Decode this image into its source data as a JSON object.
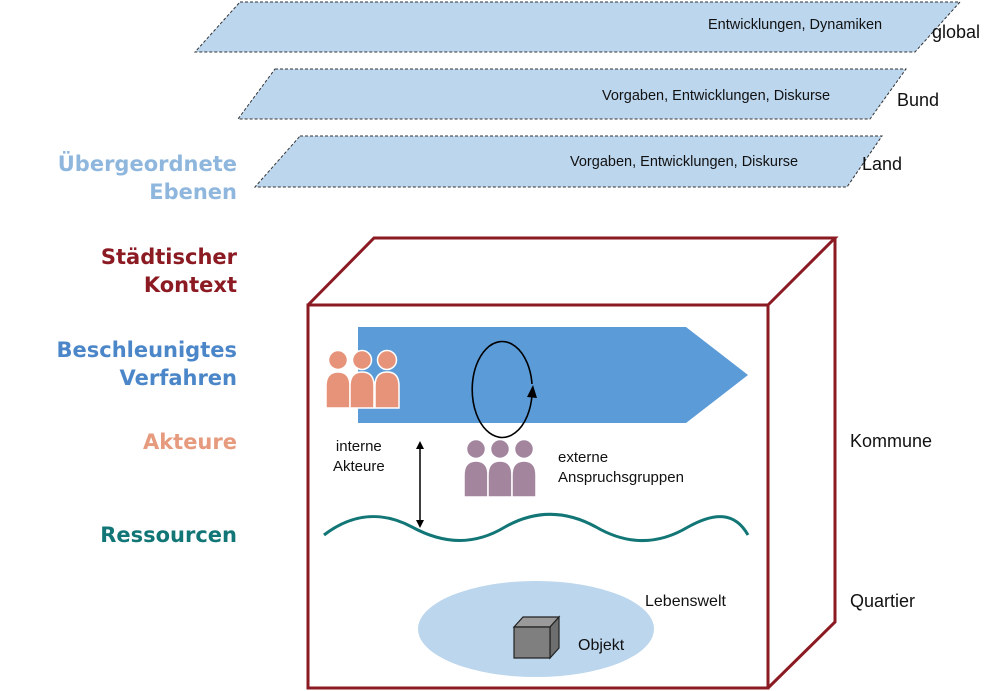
{
  "colors": {
    "plane_fill": "#bcd6ee",
    "plane_stroke": "#333333",
    "label_uebergeordnet": "#8fb7de",
    "label_staedtisch": "#8b1a22",
    "label_verfahren": "#4a86c8",
    "label_akteure": "#e69a7e",
    "label_ressourcen": "#127676",
    "box_stroke": "#8b1a22",
    "arrow_fill": "#5b9bd8",
    "internal_actors": "#e7937a",
    "external_actors": "#a3869e",
    "wave": "#127676",
    "lebenswelt_fill": "#bcd6ee",
    "objekt_fill": "#7f7f7f"
  },
  "planes": [
    {
      "level": "global",
      "text": "Entwicklungen, Dynamiken"
    },
    {
      "level": "Bund",
      "text": "Vorgaben, Entwicklungen, Diskurse"
    },
    {
      "level": "Land",
      "text": "Vorgaben, Entwicklungen, Diskurse"
    }
  ],
  "left_labels": {
    "uebergeordnet": [
      "Übergeordnete",
      "Ebenen"
    ],
    "staedtisch": [
      "Städtischer",
      "Kontext"
    ],
    "verfahren": [
      "Beschleunigtes",
      "Verfahren"
    ],
    "akteure": [
      "Akteure"
    ],
    "ressourcen": [
      "Ressourcen"
    ]
  },
  "box": {
    "right_labels": {
      "kommune": "Kommune",
      "quartier": "Quartier"
    },
    "internal_actors_label": [
      "interne",
      "Akteure"
    ],
    "external_actors_label": [
      "externe",
      "Anspruchsgruppen"
    ],
    "lebenswelt_label": "Lebenswelt",
    "objekt_label": "Objekt"
  }
}
